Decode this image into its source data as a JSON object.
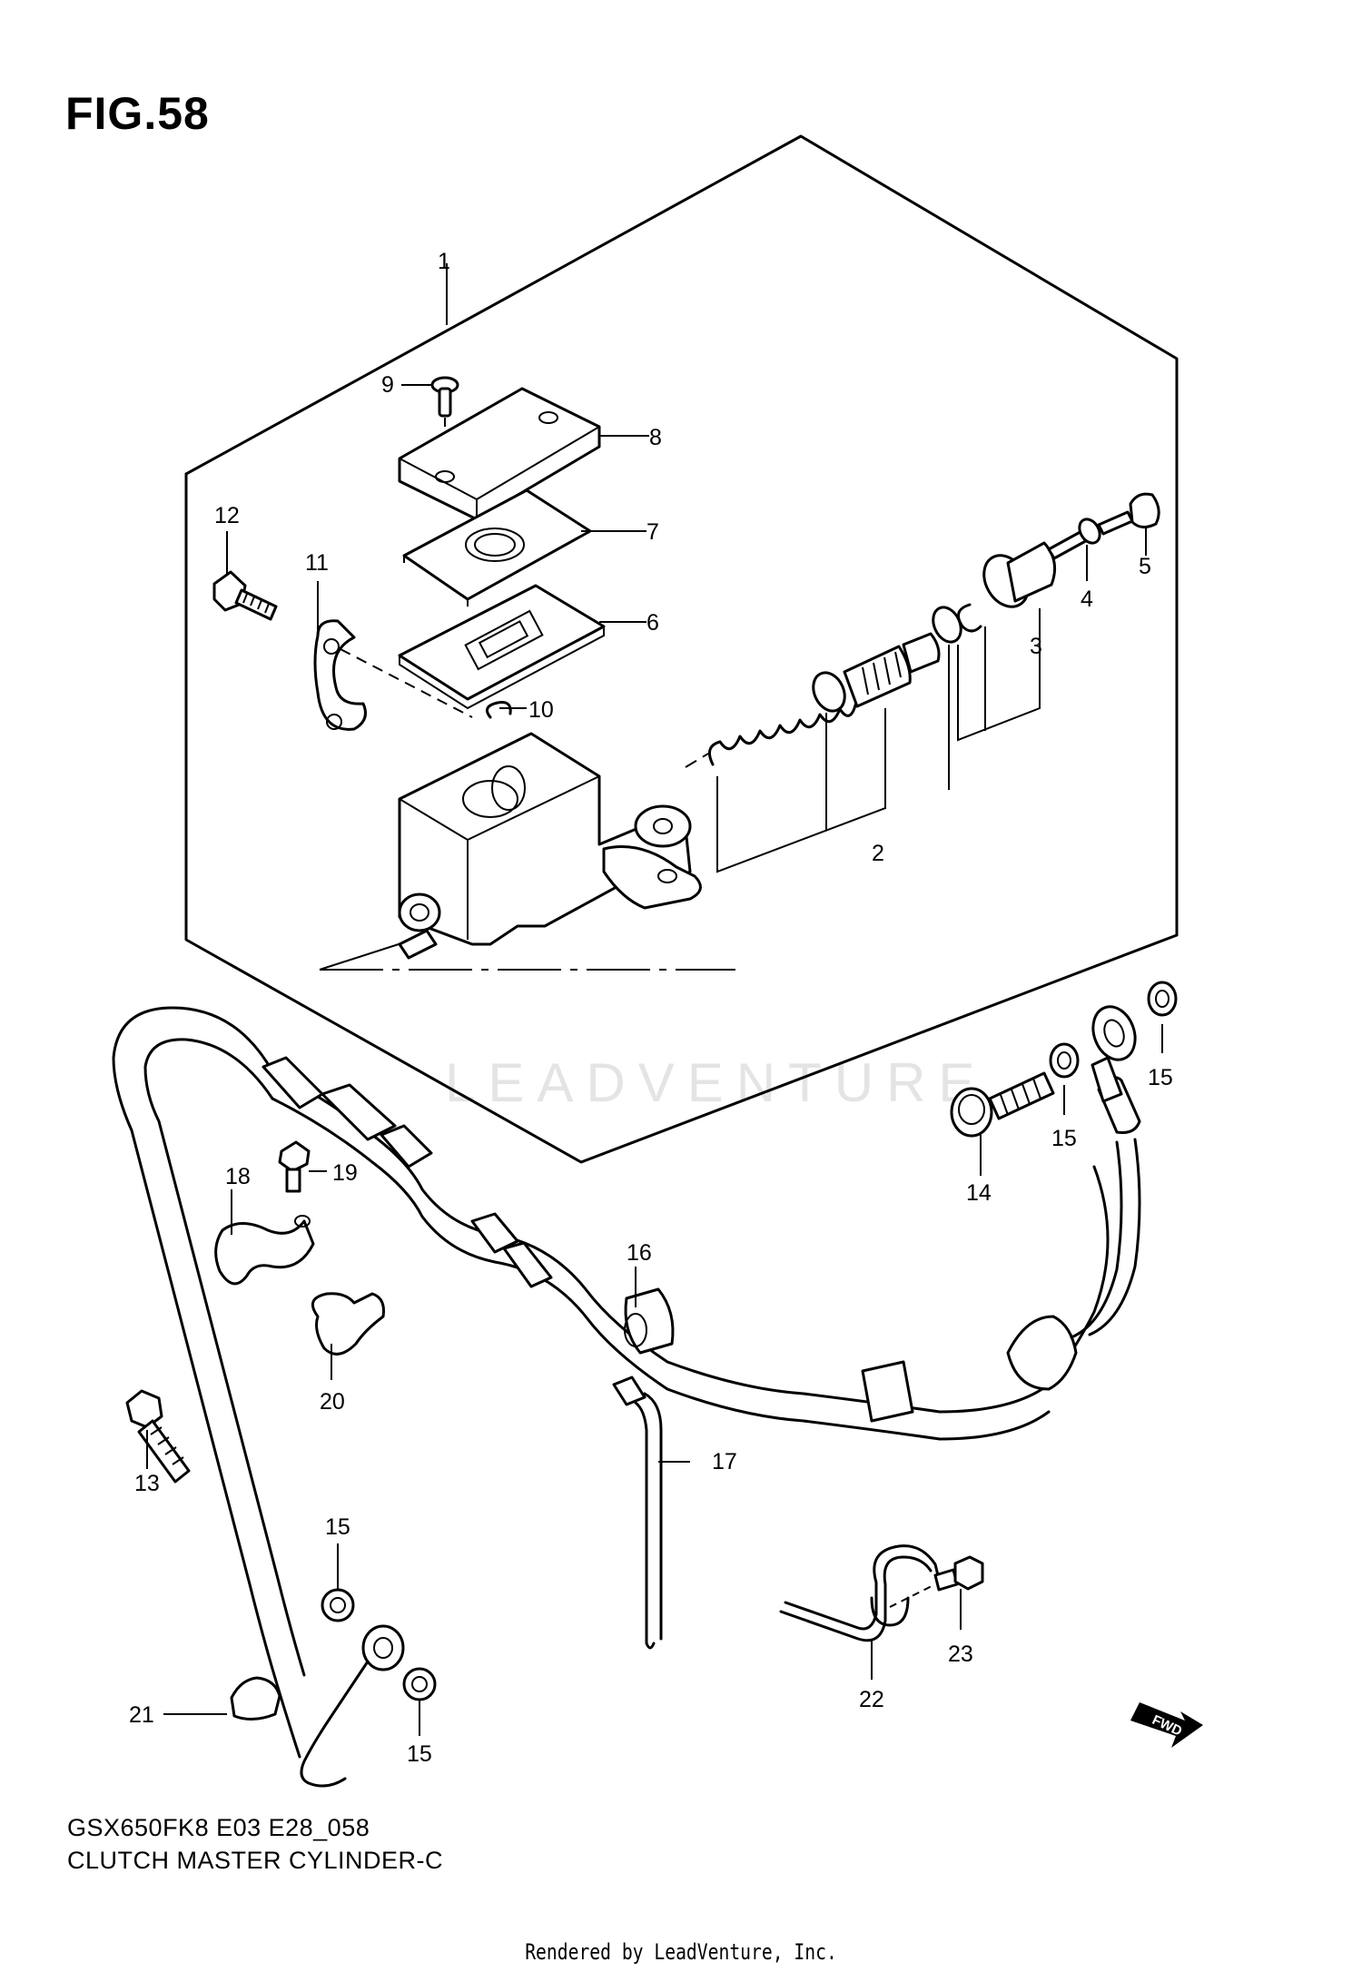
{
  "figure": {
    "title": "FIG.58"
  },
  "watermark": "LEADVENTURE",
  "footer": {
    "code": "GSX650FK8 E03 E28_058",
    "name": "CLUTCH MASTER CYLINDER-C",
    "credit": "Rendered by LeadVenture, Inc."
  },
  "fwd_label": "FWD",
  "callouts": [
    "1",
    "2",
    "3",
    "4",
    "5",
    "6",
    "7",
    "8",
    "9",
    "10",
    "11",
    "12",
    "13",
    "14",
    "15",
    "15",
    "15",
    "15",
    "16",
    "17",
    "18",
    "19",
    "20",
    "21",
    "22",
    "23"
  ]
}
